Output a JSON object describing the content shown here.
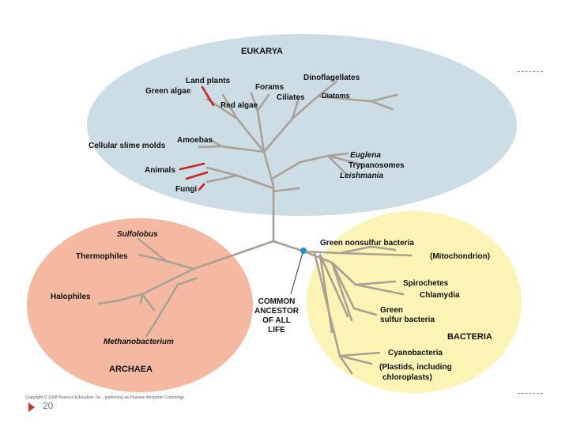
{
  "domains": {
    "eukarya": "EUKARYA",
    "archaea": "ARCHAEA",
    "bacteria": "BACTERIA"
  },
  "eukarya_taxa": {
    "land_plants": "Land plants",
    "green_algae": "Green algae",
    "red_algae": "Red algae",
    "forams": "Forams",
    "ciliates": "Ciliates",
    "dinoflagellates": "Dinoflagellates",
    "diatoms": "Diatoms",
    "amoebas": "Amoebas",
    "cellular_slime_molds": "Cellular slime molds",
    "euglena": "Euglena",
    "trypanosomes": "Trypanosomes",
    "leishmania": "Leishmania",
    "animals": "Animals",
    "fungi": "Fungi"
  },
  "archaea_taxa": {
    "sulfolobus": "Sulfolobus",
    "thermophiles": "Thermophiles",
    "halophiles": "Halophiles",
    "methanobacterium": "Methanobacterium"
  },
  "bacteria_taxa": {
    "green_nonsulfur": "Green nonsulfur bacteria",
    "mitochondrion": "(Mitochondrion)",
    "spirochetes": "Spirochetes",
    "chlamydia": "Chlamydia",
    "green_sulfur_1": "Green",
    "green_sulfur_2": "sulfur bacteria",
    "cyanobacteria": "Cyanobacteria",
    "plastids_1": "(Plastids, including",
    "plastids_2": "chloroplasts)"
  },
  "ancestor": {
    "line1": "COMMON",
    "line2": "ANCESTOR",
    "line3": "OF ALL",
    "line4": "LIFE"
  },
  "colors": {
    "eukarya_fill": "#cddde6",
    "archaea_fill": "#f4b9a0",
    "bacteria_fill": "#fbf4b4",
    "branch": "#a8a194",
    "highlight_branch": "#cc2222",
    "ancestor_dot": "#1f8fc9"
  },
  "footer": {
    "copyright": "Copyright © 2008 Pearson Education, Inc., publishing as Pearson Benjamin Cummings.",
    "page_number": "20"
  }
}
